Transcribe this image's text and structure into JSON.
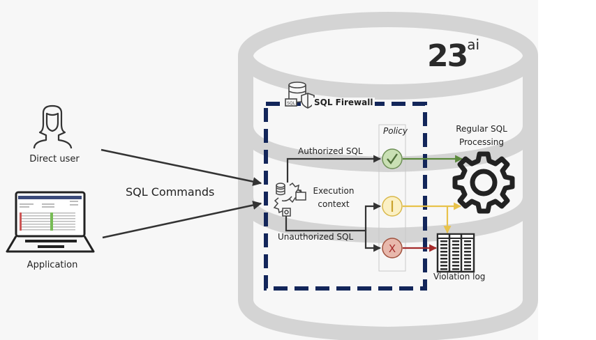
{
  "diagram": {
    "title_badge": {
      "number": "23",
      "superscript": "ai"
    },
    "actors": [
      {
        "id": "direct-user",
        "label": "Direct user",
        "icon": "person-icon"
      },
      {
        "id": "application",
        "label": "Application",
        "icon": "laptop-icon"
      }
    ],
    "connector_label": "SQL Commands",
    "firewall": {
      "label": "SQL Firewall",
      "icon": "database-shield-icon",
      "icon_badge": "SQL",
      "execution_context_label": [
        "Execution",
        "context"
      ],
      "policy_label": "Policy",
      "paths": [
        {
          "label": "Authorized SQL",
          "decision": "allow",
          "symbol": "✓",
          "color": "#5b8a3c",
          "fill": "#c9e0b4"
        },
        {
          "label": "",
          "decision": "warn",
          "symbol": "|",
          "color": "#e8c24a",
          "fill": "#fbf0c4"
        },
        {
          "label": "Unauthorized SQL",
          "decision": "block",
          "symbol": "X",
          "color": "#a52a2a",
          "fill": "#e8b8ac"
        }
      ]
    },
    "destinations": {
      "processing": {
        "label": [
          "Regular SQL",
          "Processing"
        ],
        "icon": "gear-icon"
      },
      "log": {
        "label": "Violation log",
        "icon": "log-table-icon"
      }
    },
    "colors": {
      "cylinder": "#d4d4d4",
      "firewall_border": "#13265a",
      "arrow": "#333333",
      "policy_box_border": "#c8c8c8",
      "panel_bg": "#f7f7f7"
    }
  }
}
